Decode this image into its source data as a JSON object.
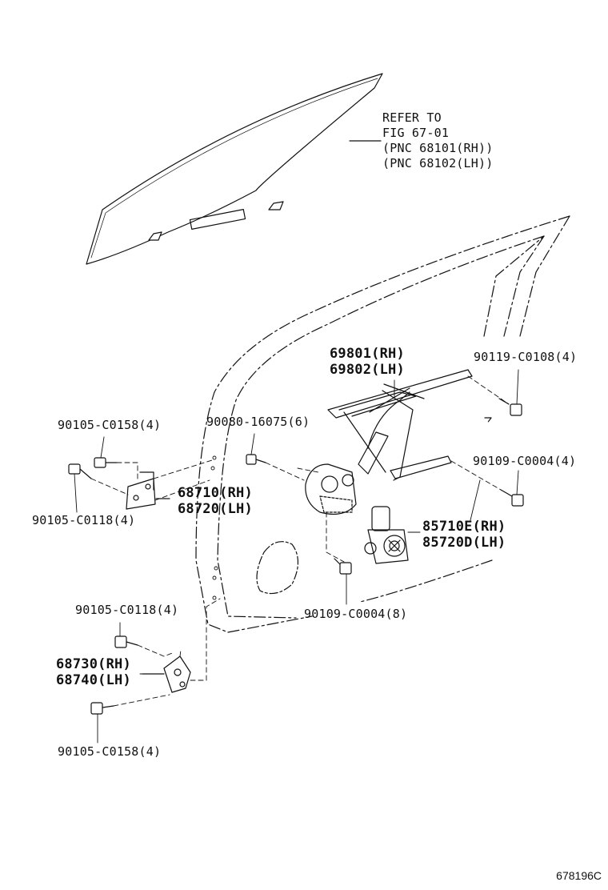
{
  "refer": {
    "line1": "REFER TO",
    "line2": "FIG 67-01",
    "line3": "(PNC 68101(RH))",
    "line4": "(PNC 68102(LH))"
  },
  "labels": {
    "regulator_rh": "69801(RH)",
    "regulator_lh": "69802(LH)",
    "bolt_90119": "90119-C0108(4)",
    "bolt_90105_c0158_top": "90105-C0158(4)",
    "bolt_90080": "90080-16075(6)",
    "bolt_90109_c0004_4": "90109-C0004(4)",
    "hinge_upper_rh": "68710(RH)",
    "hinge_upper_lh": "68720(LH)",
    "bolt_90105_c0118_top": "90105-C0118(4)",
    "motor_rh": "85710E(RH)",
    "motor_lh": "85720D(LH)",
    "bolt_90105_c0118_bottom": "90105-C0118(4)",
    "bolt_90109_c0004_8": "90109-C0004(8)",
    "hinge_lower_rh": "68730(RH)",
    "hinge_lower_lh": "68740(LH)",
    "bolt_90105_c0158_bottom": "90105-C0158(4)"
  },
  "figure_code": "678196C"
}
